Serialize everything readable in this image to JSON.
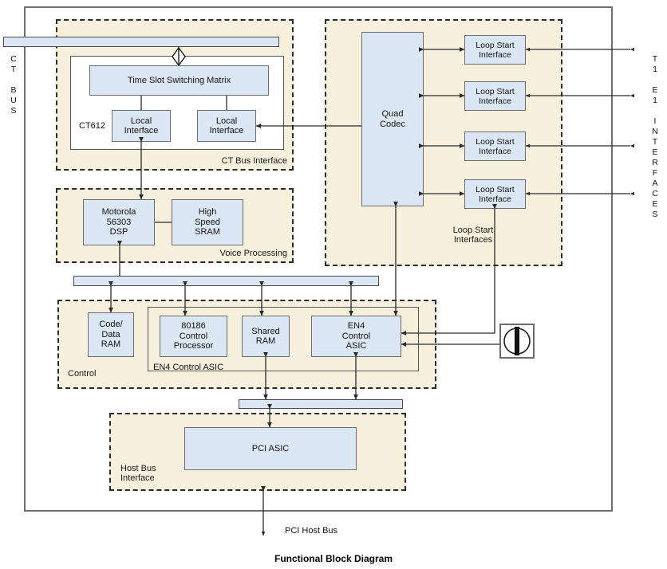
{
  "figure": {
    "caption": "Functional Block Diagram"
  },
  "edge_labels": {
    "ct_bus": "C\nT\n\nB\nU\nS",
    "t1_e1": "T\n1\n\nE\n1\n\nI\nN\nT\nE\nR\nF\nA\nC\nE\nS",
    "pci_host_bus": "PCI Host Bus"
  },
  "groups": {
    "ct_bus_interface": {
      "label": "CT Bus Interface"
    },
    "voice_processing": {
      "label": "Voice Processing"
    },
    "loop_start_interfaces": {
      "label": "Loop Start\nInterfaces"
    },
    "control": {
      "label": "Control"
    },
    "host_bus_interface": {
      "label": "Host Bus\nInterface"
    }
  },
  "subframes": {
    "ct612": {
      "label": "CT612"
    },
    "en4_control_asic": {
      "label": "EN4 Control ASIC"
    }
  },
  "blocks": {
    "time_slot_switching_matrix": {
      "label": "Time Slot Switching Matrix"
    },
    "local_interface_a": {
      "label": "Local\nInterface"
    },
    "local_interface_b": {
      "label": "Local\nInterface"
    },
    "motorola_dsp": {
      "label": "Motorola\n56303\nDSP"
    },
    "high_speed_sram": {
      "label": "High\nSpeed\nSRAM"
    },
    "quad_codec": {
      "label": "Quad\nCodec"
    },
    "loop_start_interface_1": {
      "label": "Loop Start\nInterface"
    },
    "loop_start_interface_2": {
      "label": "Loop Start\nInterface"
    },
    "loop_start_interface_3": {
      "label": "Loop Start\nInterface"
    },
    "loop_start_interface_4": {
      "label": "Loop Start\nInterface"
    },
    "code_data_ram": {
      "label": "Code/\nData\nRAM"
    },
    "control_processor_80186": {
      "label": "80186\nControl\nProcessor"
    },
    "shared_ram": {
      "label": "Shared\nRAM"
    },
    "en4_control_asic_block": {
      "label": "EN4\nControl\nASIC"
    },
    "pci_asic": {
      "label": "PCI ASIC"
    }
  },
  "buses": {
    "ct_bus_bar": {
      "label": ""
    },
    "main_bus_bar": {
      "label": ""
    },
    "host_bus_bar": {
      "label": ""
    }
  },
  "symbols": {
    "telephony_connector": {
      "name": "rotary-switch-symbol"
    },
    "ct_bus_diamond": {
      "name": "bus-tap-diamond"
    }
  },
  "colors": {
    "block_fill": "#dce7f5",
    "block_stroke": "#6d6d6d",
    "group_fill": "#f6f0dd",
    "group_stroke": "#2b2b2b",
    "frame_stroke": "#6f6f6f",
    "wire": "#2a2a2a",
    "page_bg": "#ffffff"
  }
}
